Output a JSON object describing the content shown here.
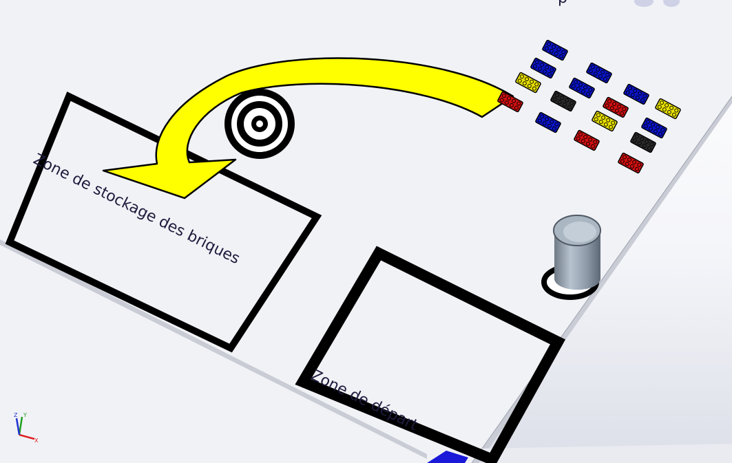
{
  "scene": {
    "storage_zone_label": "Zone de stockage des briques",
    "start_zone_label": "Zone de départ",
    "top_right_fragment": "p"
  },
  "triad": {
    "x_label": "X",
    "y_label": "Y",
    "z_label": "Z"
  },
  "colors": {
    "arrow": "#ffff00",
    "brick_blue": "#0a14c8",
    "brick_yellow": "#e8e000",
    "brick_red": "#d01010",
    "brick_black": "#2a2a2a",
    "zone_border": "#000000",
    "label_text": "#1f1b3d",
    "board": "#f2f3f7"
  },
  "bricks": [
    {
      "color": "blue"
    },
    {
      "color": "blue"
    },
    {
      "color": "blue"
    },
    {
      "color": "blue"
    },
    {
      "color": "blue"
    },
    {
      "color": "blue"
    },
    {
      "color": "blue"
    },
    {
      "color": "blue"
    },
    {
      "color": "yellow"
    },
    {
      "color": "yellow"
    },
    {
      "color": "yellow"
    },
    {
      "color": "red"
    },
    {
      "color": "red"
    },
    {
      "color": "red"
    },
    {
      "color": "red"
    },
    {
      "color": "black"
    },
    {
      "color": "black"
    }
  ]
}
